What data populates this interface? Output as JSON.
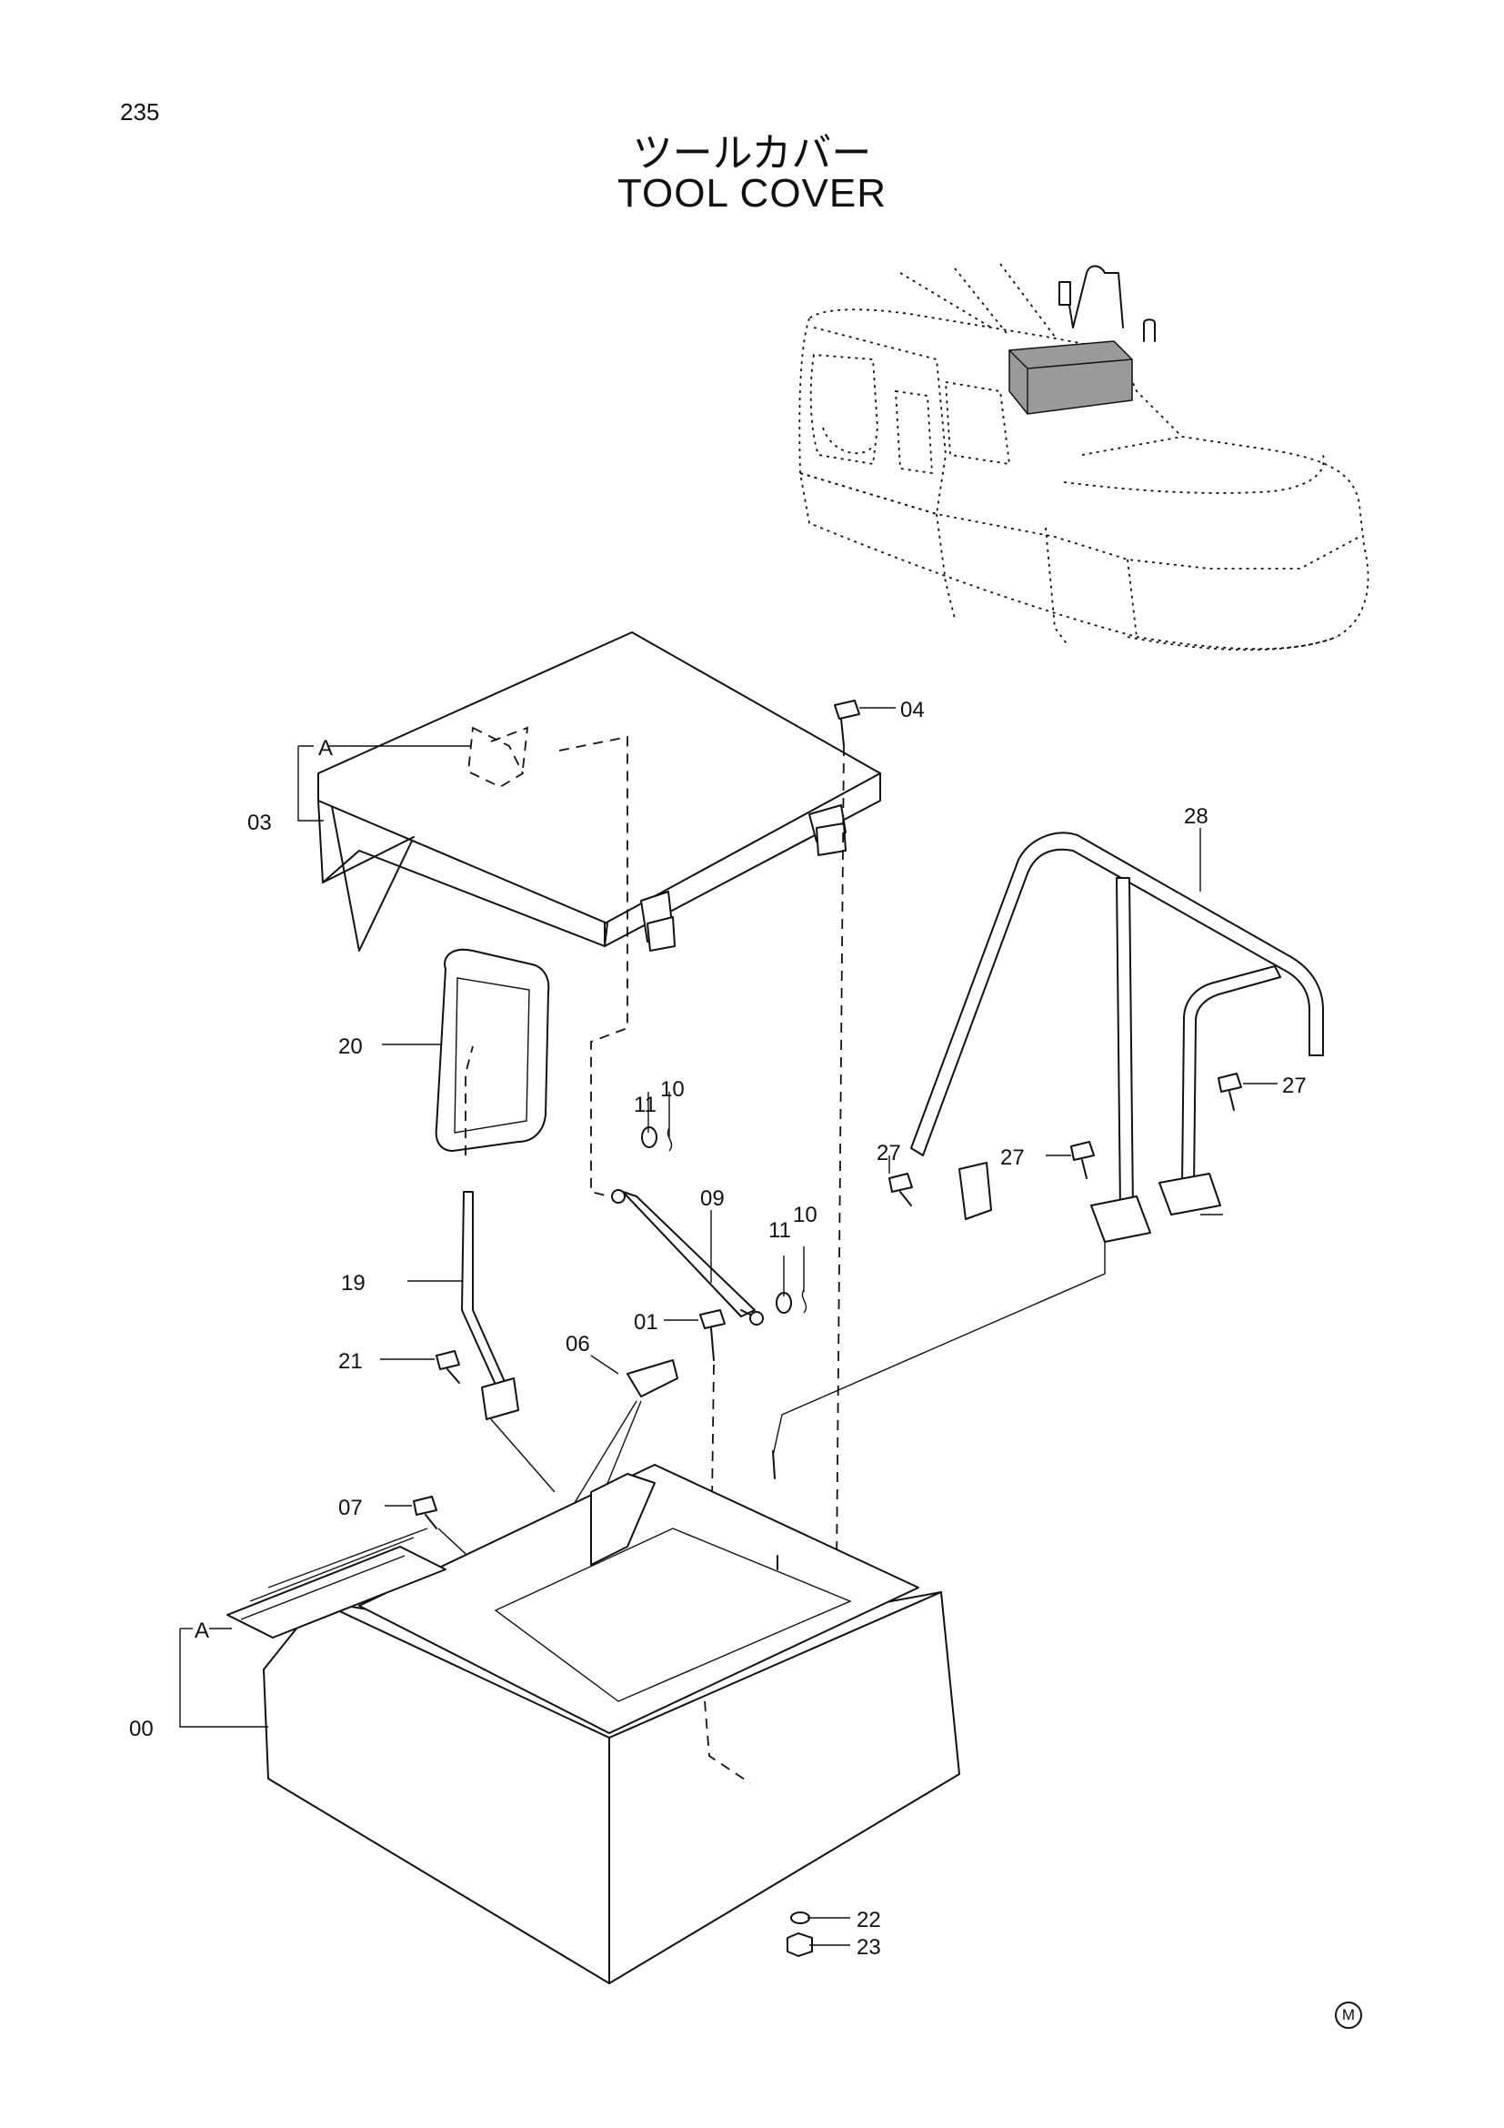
{
  "page_number": "235",
  "title_jp": "ツールカバー",
  "title_en": "TOOL COVER",
  "manufacturer_mark": "M",
  "callouts": {
    "p00": "00",
    "p01": "01",
    "p03": "03",
    "p04": "04",
    "p06": "06",
    "p07": "07",
    "p09": "09",
    "p10a": "10",
    "p10b": "10",
    "p11a": "11",
    "p11b": "11",
    "p19": "19",
    "p20": "20",
    "p21": "21",
    "p22": "22",
    "p23": "23",
    "p27a": "27",
    "p27b": "27",
    "p27c": "27",
    "p28": "28",
    "refA_top": "A",
    "refA_bottom": "A"
  }
}
